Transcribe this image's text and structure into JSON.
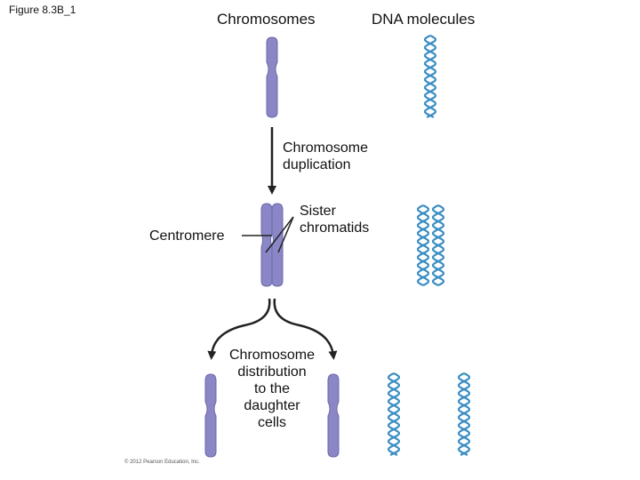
{
  "figure_label": "Figure 8.3B_1",
  "headers": {
    "chromosomes": "Chromosomes",
    "dna_molecules": "DNA molecules"
  },
  "labels": {
    "duplication_line1": "Chromosome",
    "duplication_line2": "duplication",
    "sister_line1": "Sister",
    "sister_line2": "chromatids",
    "centromere": "Centromere",
    "distribution_line1": "Chromosome",
    "distribution_line2": "distribution",
    "distribution_line3": "to the",
    "distribution_line4": "daughter",
    "distribution_line5": "cells"
  },
  "copyright": "© 2012 Pearson Education, Inc.",
  "colors": {
    "chromosome_fill": "#8b87c7",
    "chromosome_stroke": "#6b67a8",
    "dna_strand": "#3a8dc4",
    "arrow": "#222222"
  }
}
